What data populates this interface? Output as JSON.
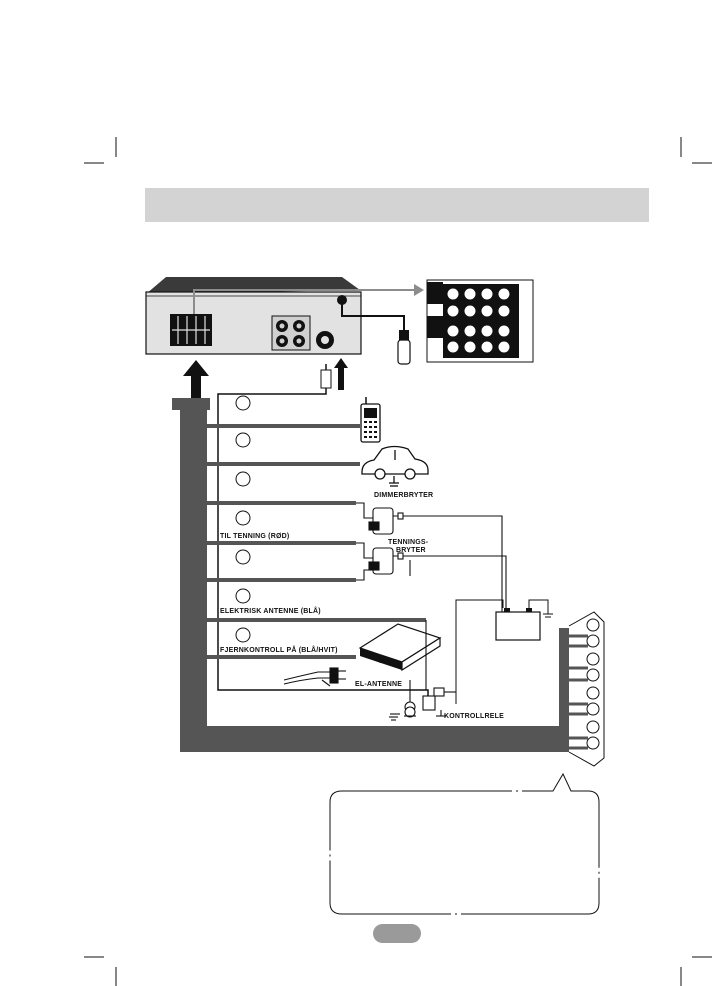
{
  "labels": {
    "dimmer": "DIMMERBRYTER",
    "ignition": "TIL TENNING (RØD)",
    "ignition_switch_line1": "TENNINGS-",
    "ignition_switch_line2": "BRYTER",
    "electric_antenna": "ELEKTRISK ANTENNE (BLÅ)",
    "remote_on": "FJERNKONTROLL PÅ (BLÅ/HVIT)",
    "el_antenna": "EL-ANTENNE",
    "control_relay": "KONTROLLRELE"
  },
  "colors": {
    "harness": "#555555",
    "header_band": "#d3d3d3",
    "ink": "#111111",
    "page_tab": "#9a9a9a"
  },
  "icons": [
    "phone-icon",
    "car-icon",
    "battery-icon",
    "amplifier-icon",
    "antenna-icon",
    "relay-icon",
    "switch-icon",
    "speaker-icon"
  ]
}
